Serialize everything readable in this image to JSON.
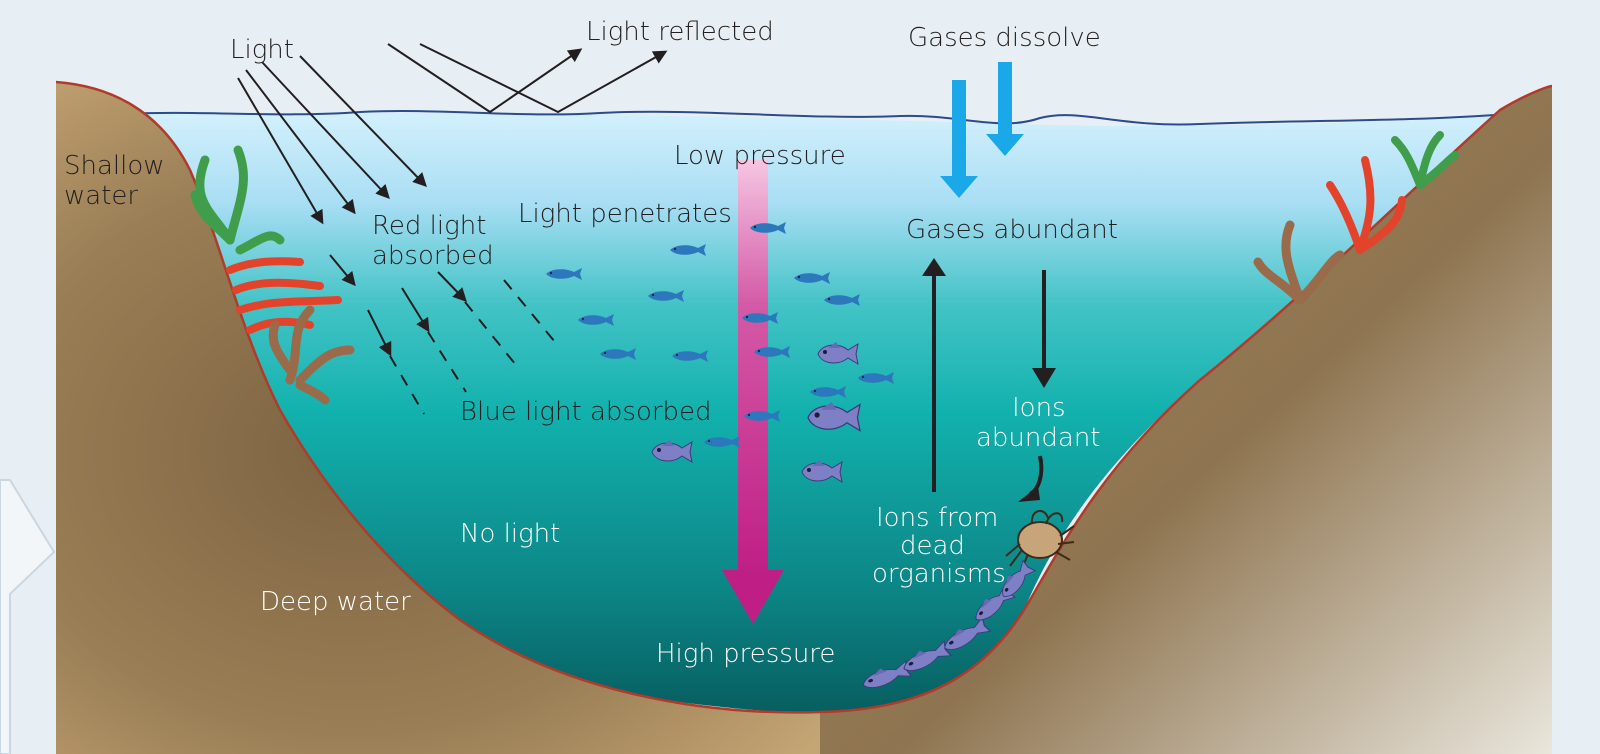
{
  "labels": {
    "light": "Light",
    "light_reflected": "Light reflected",
    "gases_dissolve": "Gases dissolve",
    "shallow_water_1": "Shallow",
    "shallow_water_2": "water",
    "low_pressure": "Low pressure",
    "red_light_1": "Red light",
    "red_light_2": "absorbed",
    "light_penetrates": "Light penetrates",
    "gases_abundant": "Gases abundant",
    "blue_light": "Blue light absorbed",
    "ions_abundant_1": "Ions",
    "ions_abundant_2": "abundant",
    "ions_dead_1": "Ions from",
    "ions_dead_2": "dead",
    "ions_dead_3": "organisms",
    "no_light": "No light",
    "deep_water": "Deep water",
    "high_pressure": "High pressure"
  },
  "colors": {
    "background": "#e8eff4",
    "water_surface": "#c9ecfb",
    "water_mid": "#12b1ad",
    "water_deep": "#0a6f70",
    "ground": "#a98c60",
    "ground_edge": "#b13a2a",
    "pressure_arrow": "#bf1f85",
    "gas_arrow": "#1aa8e8",
    "fish": "#2d77bd"
  }
}
